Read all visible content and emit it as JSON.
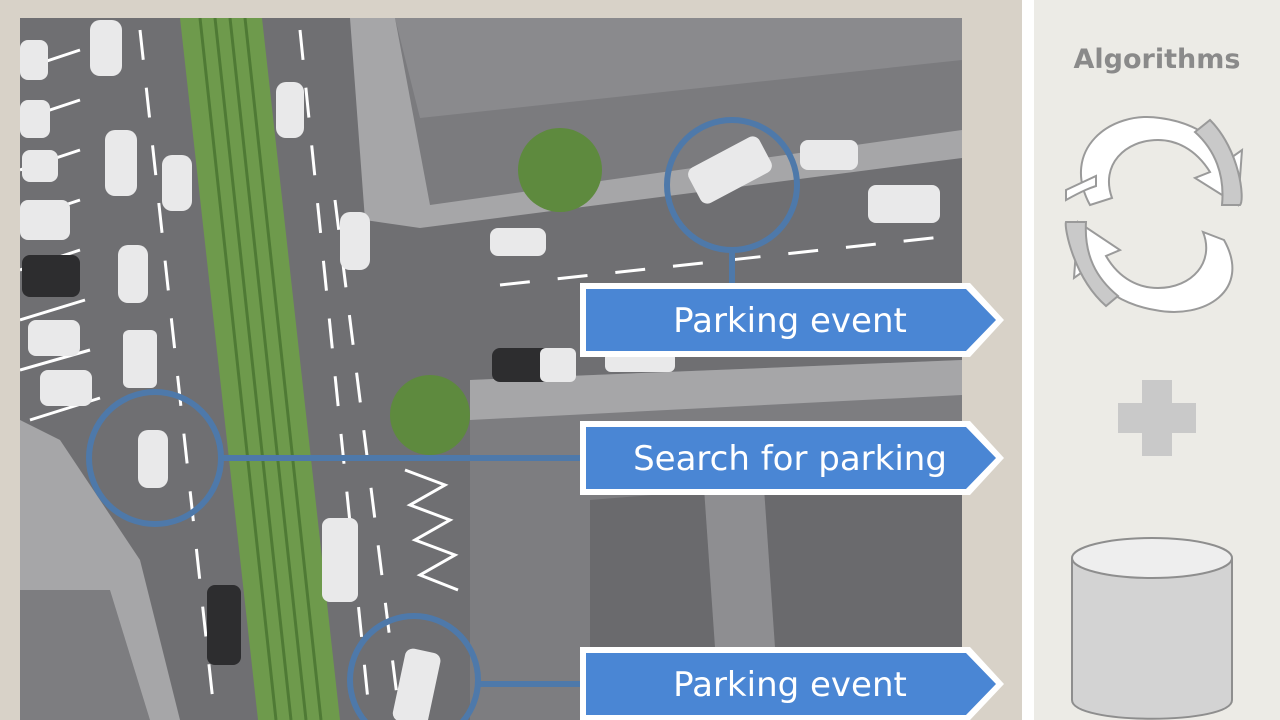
{
  "callouts": {
    "top": "Parking event",
    "middle": "Search for parking",
    "bottom": "Parking event"
  },
  "sidebar": {
    "title": "Algorithms"
  },
  "icons": {
    "cycle": "refresh-cycle-icon",
    "plus": "plus-icon",
    "database": "database-cylinder-icon"
  },
  "colors": {
    "accent_blue": "#4a86d4",
    "ring_blue": "#4e79aa",
    "road": "#6f6f72",
    "sidewalk": "#a6a6a8",
    "median": "#6e9a4c",
    "frame": "#d8d2c8",
    "sidebar": "#ecebe6"
  }
}
